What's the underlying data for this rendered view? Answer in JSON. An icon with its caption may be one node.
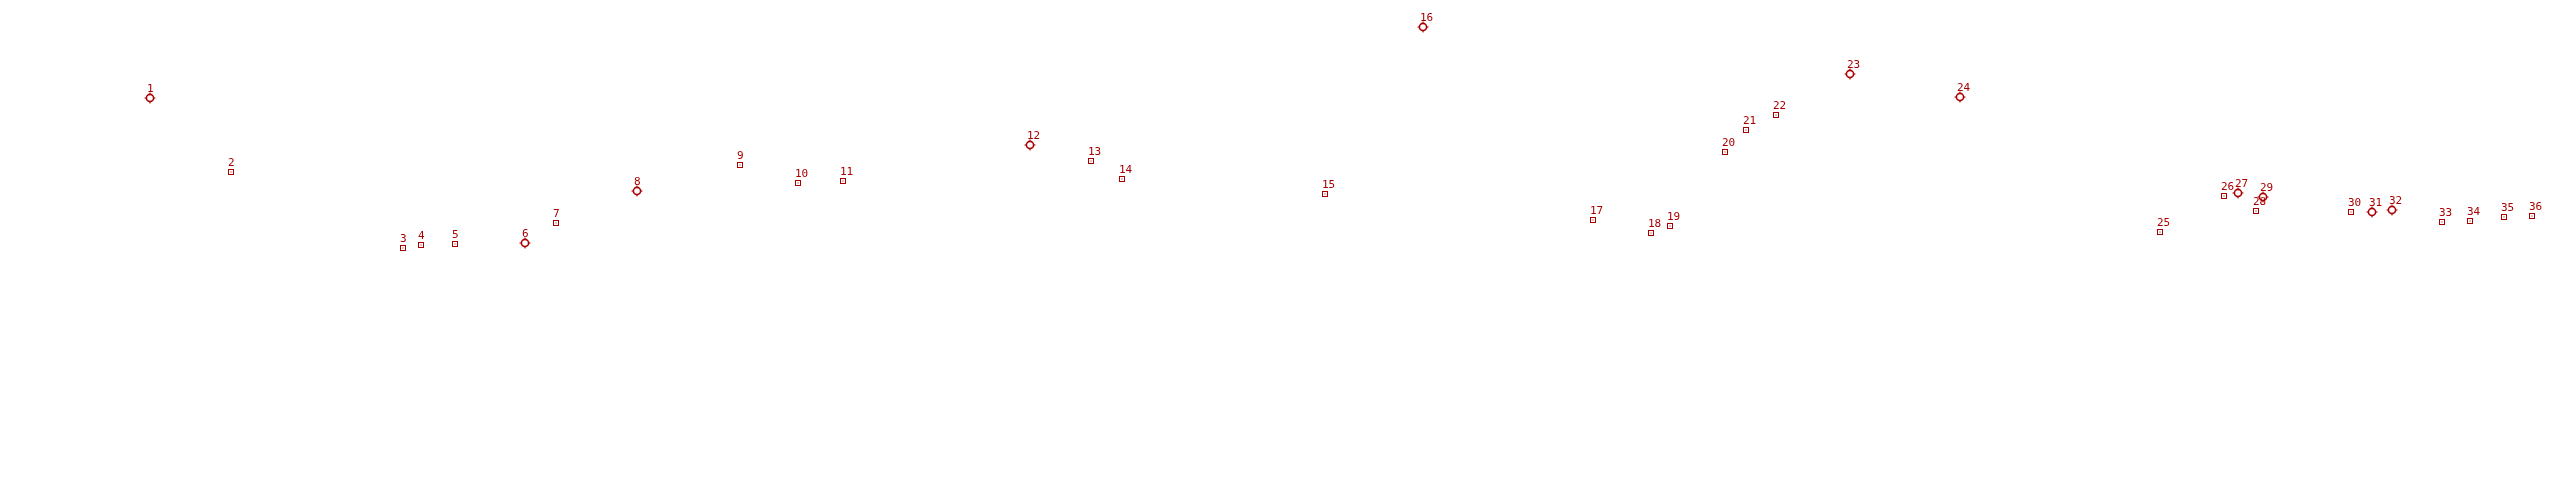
{
  "diagram": {
    "nodes": [
      {
        "text": [],
        "shape": "circle",
        "beside": [
          "1"
        ]
      },
      {
        "text": [],
        "shape": "box",
        "beside": [
          "2"
        ]
      },
      {
        "text": [],
        "shape": "box",
        "beside": [
          "3"
        ]
      },
      {
        "text": [],
        "shape": "box",
        "beside": [
          "4"
        ]
      },
      {
        "text": [],
        "shape": "box",
        "beside": [
          "5"
        ]
      },
      {
        "text": [],
        "shape": "circle",
        "beside": [
          "6"
        ]
      },
      {
        "text": [],
        "shape": "box",
        "beside": [
          "7"
        ]
      },
      {
        "text": [],
        "shape": "circle",
        "beside": [
          "8"
        ]
      },
      {
        "text": [],
        "shape": "box",
        "beside": [
          "9"
        ]
      },
      {
        "text": [],
        "shape": "box",
        "beside": [
          "10"
        ]
      },
      {
        "text": [],
        "shape": "box",
        "beside": [
          "11"
        ]
      },
      {
        "text": [],
        "shape": "circle",
        "beside": [
          "12"
        ]
      },
      {
        "text": [],
        "shape": "box",
        "beside": [
          "13"
        ]
      },
      {
        "text": [],
        "shape": "box",
        "beside": [
          "14"
        ]
      },
      {
        "text": [],
        "shape": "box",
        "beside": [
          "15"
        ]
      },
      {
        "text": [],
        "shape": "circle",
        "beside": [
          "16"
        ]
      },
      {
        "text": [],
        "shape": "box",
        "beside": [
          "17"
        ]
      },
      {
        "text": [],
        "shape": "box",
        "beside": [
          "18"
        ]
      },
      {
        "text": [],
        "shape": "box",
        "beside": [
          "19"
        ]
      },
      {
        "text": [],
        "shape": "box",
        "beside": [
          "20"
        ]
      },
      {
        "text": [],
        "shape": "box",
        "beside": [
          "21"
        ]
      },
      {
        "text": [],
        "shape": "box",
        "beside": [
          "22"
        ]
      },
      {
        "text": [],
        "shape": "circle",
        "beside": [
          "23"
        ]
      },
      {
        "text": [],
        "shape": "circle",
        "beside": [
          "24"
        ]
      },
      {
        "text": [],
        "shape": "box",
        "beside": [
          "25"
        ]
      },
      {
        "text": [],
        "shape": "box",
        "beside": [
          "26"
        ]
      },
      {
        "text": [],
        "shape": "circle",
        "beside": [
          "27"
        ]
      },
      {
        "text": [],
        "shape": "box",
        "beside": [
          "28"
        ]
      },
      {
        "text": [],
        "shape": "circle",
        "beside": [
          "29"
        ]
      },
      {
        "text": [],
        "shape": "box",
        "beside": [
          "30"
        ]
      },
      {
        "text": [],
        "shape": "circle",
        "beside": [
          "31"
        ]
      },
      {
        "text": [],
        "shape": "circle",
        "beside": [
          "32"
        ]
      },
      {
        "text": [],
        "shape": "box",
        "beside": [
          "33"
        ]
      },
      {
        "text": [],
        "shape": "box",
        "beside": [
          "34"
        ]
      },
      {
        "text": [],
        "shape": "box",
        "beside": [
          "35"
        ]
      },
      {
        "text": [],
        "shape": "box",
        "beside": [
          "36"
        ]
      }
    ]
  }
}
